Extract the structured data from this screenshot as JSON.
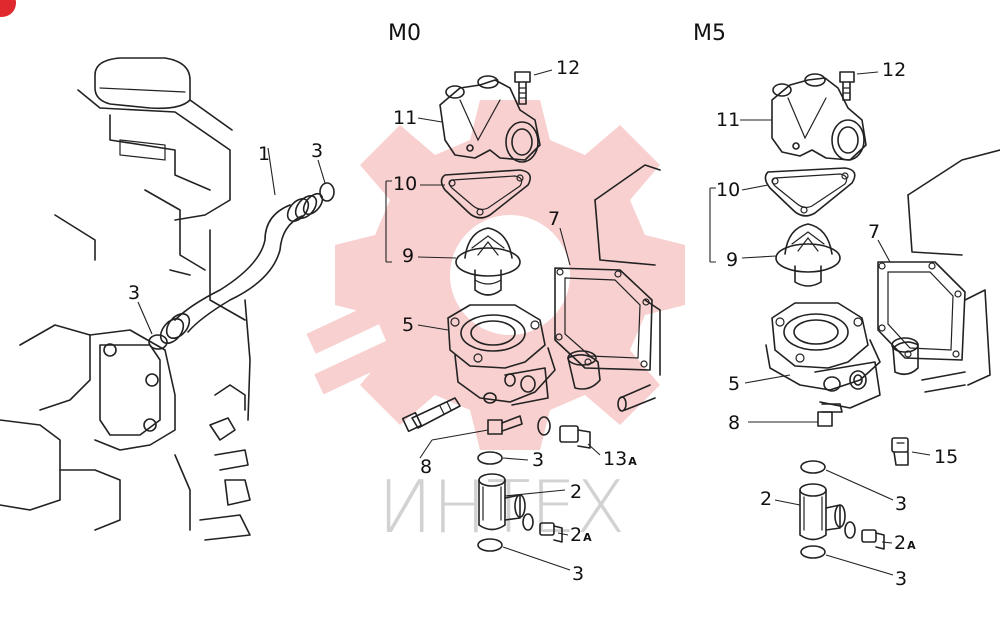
{
  "headers": {
    "m0": "M0",
    "m5": "M5"
  },
  "watermark": {
    "text": "ИНТЕХ",
    "logo_icon": "gear-logo-icon",
    "color": "#f07b7b"
  },
  "badge_color": "#e0282f",
  "callouts": {
    "left_1": "1",
    "left_3a": "3",
    "left_3b": "3",
    "m0_12": "12",
    "m0_11": "11",
    "m0_10": "10",
    "m0_9": "9",
    "m0_7": "7",
    "m0_5": "5",
    "m0_8": "8",
    "m0_3a": "3",
    "m0_13": "13",
    "m0_13_sub": "A",
    "m0_2": "2",
    "m0_2a": "2",
    "m0_2a_sub": "A",
    "m0_3b": "3",
    "m5_12": "12",
    "m5_11": "11",
    "m5_10": "10",
    "m5_9": "9",
    "m5_7": "7",
    "m5_5": "5",
    "m5_8": "8",
    "m5_15": "15",
    "m5_3a": "3",
    "m5_2": "2",
    "m5_2a": "2",
    "m5_2a_sub": "A",
    "m5_3b": "3"
  }
}
